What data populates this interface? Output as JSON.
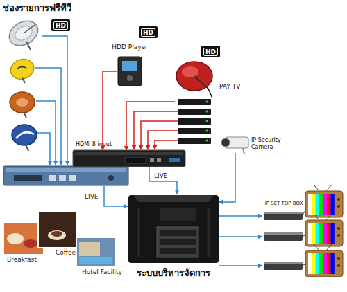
{
  "diagram": {
    "title": "ช่องรายการฟรีทีวี",
    "nodes": [
      {
        "text": [
          "HD"
        ]
      },
      {
        "text": [
          "HD"
        ]
      },
      {
        "text": [
          "HD"
        ]
      },
      {
        "text": [
          "HDD Player"
        ]
      },
      {
        "text": [
          "PAY TV"
        ]
      },
      {
        "text": [
          "HDMi 8 input"
        ]
      },
      {
        "text": [
          "IP Security Camera"
        ]
      },
      {
        "text": [
          "ระบบบริหารจัดการ"
        ]
      },
      {
        "text": [
          "IP SET TOP BOX"
        ]
      }
    ],
    "edges": [
      {
        "from": 3,
        "to": 5,
        "arrow": "to"
      },
      {
        "from": 4,
        "to": 5,
        "arrow": "to"
      },
      {
        "from": 5,
        "to": 7,
        "label": "LIVE",
        "arrow": "to"
      },
      {
        "from": 6,
        "to": 7,
        "arrow": "to"
      },
      {
        "from": 7,
        "to": 8,
        "arrow": "to"
      },
      {
        "from": 7,
        "to": 8,
        "arrow": "to"
      },
      {
        "from": 7,
        "to": 8,
        "arrow": "to"
      }
    ],
    "labels": [
      "LIVE",
      "Breakfast",
      "Coffee",
      "Hotel Facility"
    ]
  }
}
